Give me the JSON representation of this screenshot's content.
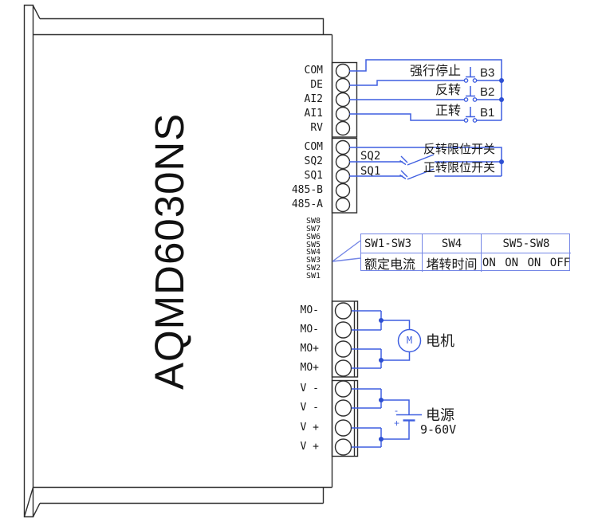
{
  "board": {
    "model": "AQMD6030NS"
  },
  "terminals": {
    "control": [
      "COM",
      "DE",
      "AI2",
      "AI1",
      "RV"
    ],
    "comm": [
      "COM",
      "SQ2",
      "SQ1",
      "485-B",
      "485-A"
    ],
    "dip": [
      "SW8",
      "SW7",
      "SW6",
      "SW5",
      "SW4",
      "SW3",
      "SW2",
      "SW1"
    ],
    "motor": [
      "MO-",
      "MO-",
      "MO+",
      "MO+"
    ],
    "power": [
      "V -",
      "V -",
      "V +",
      "V +"
    ]
  },
  "buttons": [
    {
      "label": "强行停止",
      "name": "B3"
    },
    {
      "label": "反转",
      "name": "B2"
    },
    {
      "label": "正转",
      "name": "B1"
    }
  ],
  "limit_switches": [
    {
      "terminal": "SQ2",
      "label": "反转限位开关"
    },
    {
      "terminal": "SQ1",
      "label": "正转限位开关"
    }
  ],
  "dip_table": {
    "headers": [
      "SW1-SW3",
      "SW4",
      "SW5-SW8"
    ],
    "values": [
      "额定电流",
      "堵转时间",
      "ON ON ON OFF"
    ]
  },
  "motor": {
    "symbol": "M",
    "label": "电机"
  },
  "power_supply": {
    "label": "电源",
    "range": "9-60V",
    "minus": "-",
    "plus": "+"
  },
  "colors": {
    "wire": "#3f5fe0",
    "outline": "#2e2e2e",
    "table_border": "#7486e6",
    "text": "#1a1a1a"
  }
}
